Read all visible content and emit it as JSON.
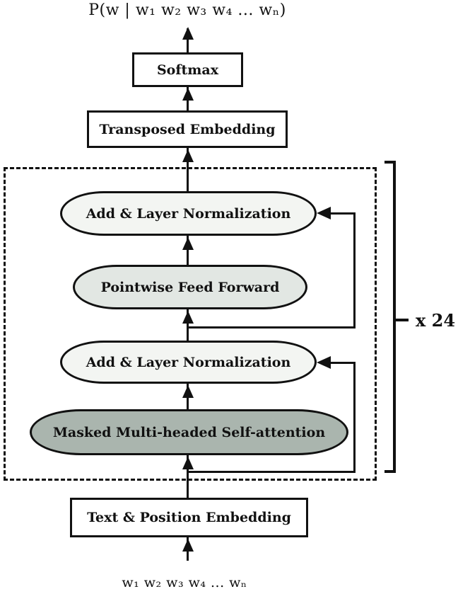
{
  "diagram": {
    "output_formula": "P(w | w₁ w₂ w₃ w₄ ... wₙ)",
    "input_sequence": "w₁ w₂ w₃ w₄ ... wₙ",
    "repeat_label": "x 24",
    "nodes": {
      "softmax": {
        "label": "Softmax"
      },
      "transposed_embedding": {
        "label": "Transposed Embedding"
      },
      "add_layer_norm_top": {
        "label": "Add & Layer Normalization"
      },
      "pointwise_feed_forward": {
        "label": "Pointwise Feed Forward"
      },
      "add_layer_norm_bottom": {
        "label": "Add & Layer Normalization"
      },
      "masked_attention": {
        "label": "Masked Multi-headed Self-attention"
      },
      "text_position_embedding": {
        "label": "Text & Position Embedding"
      }
    },
    "colors": {
      "node_light": "#f3f5f2",
      "node_medium": "#e2e7e3",
      "node_dark": "#aab5ae",
      "line": "#111111",
      "background": "#ffffff"
    }
  }
}
